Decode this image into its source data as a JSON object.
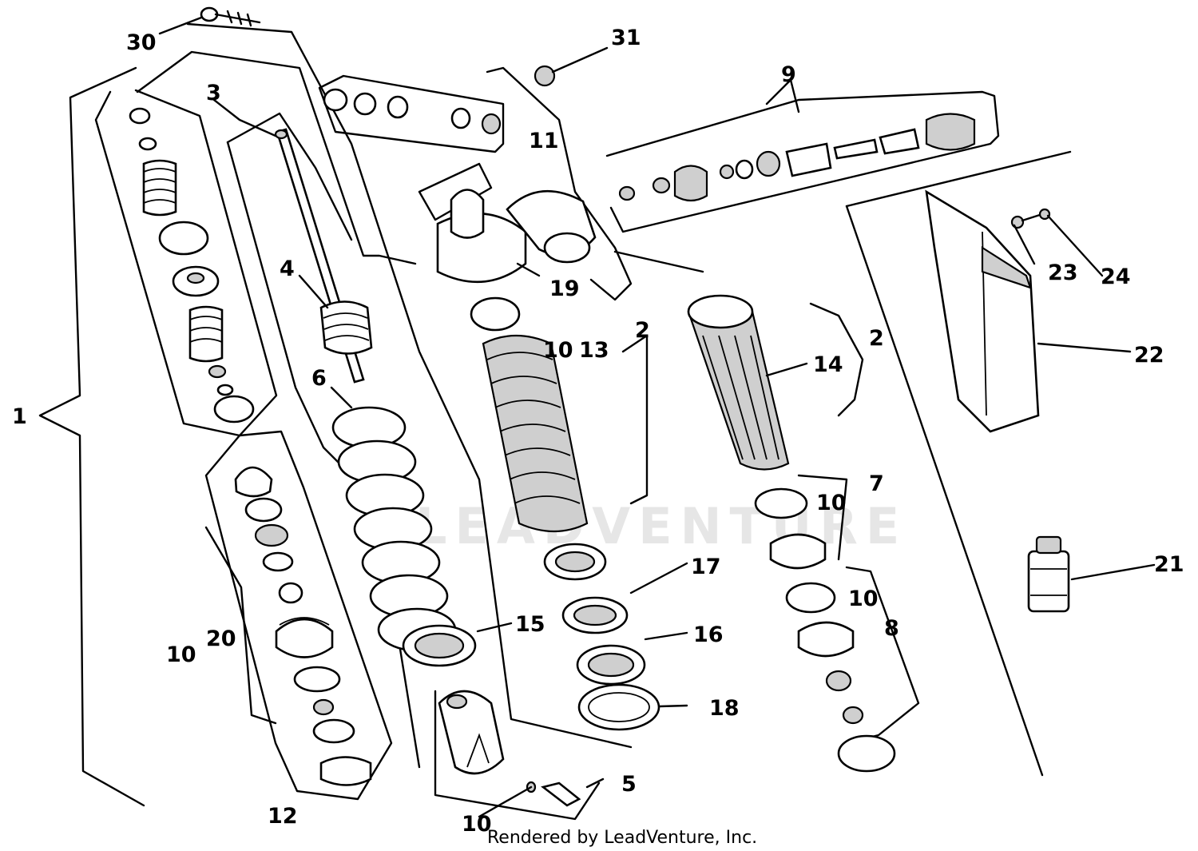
{
  "watermark": "LEADVENTURE",
  "credit": "Rendered by LeadVenture, Inc.",
  "callouts": [
    {
      "id": "30",
      "text": "30"
    },
    {
      "id": "31",
      "text": "31"
    },
    {
      "id": "9",
      "text": "9"
    },
    {
      "id": "3",
      "text": "3"
    },
    {
      "id": "11",
      "text": "11"
    },
    {
      "id": "1",
      "text": "1"
    },
    {
      "id": "4",
      "text": "4"
    },
    {
      "id": "19",
      "text": "19"
    },
    {
      "id": "23",
      "text": "23"
    },
    {
      "id": "24",
      "text": "24"
    },
    {
      "id": "2a",
      "text": "2"
    },
    {
      "id": "10a",
      "text": "10"
    },
    {
      "id": "13",
      "text": "13"
    },
    {
      "id": "2b",
      "text": "2"
    },
    {
      "id": "14",
      "text": "14"
    },
    {
      "id": "22",
      "text": "22"
    },
    {
      "id": "6",
      "text": "6"
    },
    {
      "id": "10b",
      "text": "10"
    },
    {
      "id": "7",
      "text": "7"
    },
    {
      "id": "21",
      "text": "21"
    },
    {
      "id": "17",
      "text": "17"
    },
    {
      "id": "10c",
      "text": "10"
    },
    {
      "id": "15",
      "text": "15"
    },
    {
      "id": "8",
      "text": "8"
    },
    {
      "id": "16",
      "text": "16"
    },
    {
      "id": "10d",
      "text": "10"
    },
    {
      "id": "20",
      "text": "20"
    },
    {
      "id": "18",
      "text": "18"
    },
    {
      "id": "5",
      "text": "5"
    },
    {
      "id": "12",
      "text": "12"
    },
    {
      "id": "10e",
      "text": "10"
    }
  ]
}
